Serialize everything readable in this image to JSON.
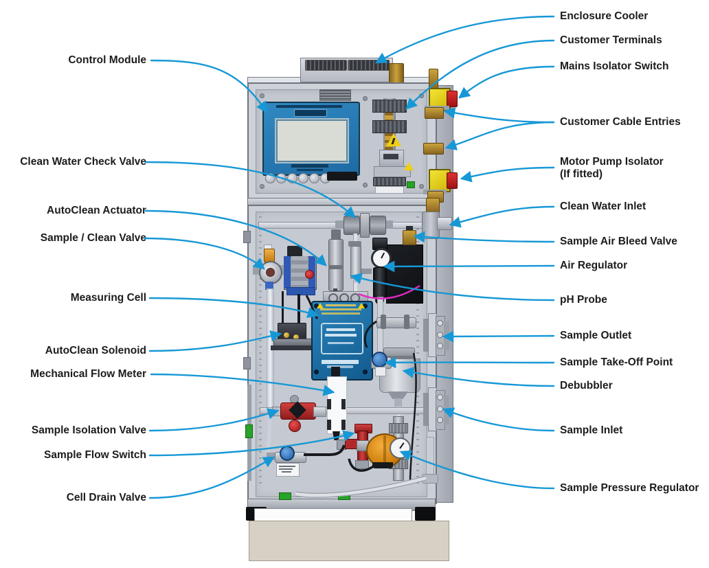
{
  "diagram": {
    "title": "Analyzer cabinet labeled component diagram",
    "leader_line_color": "#1798d6",
    "label_text_color": "#1c1c1c"
  },
  "labels_left": [
    {
      "text": "Control Module"
    },
    {
      "text": "Clean Water Check Valve"
    },
    {
      "text": "AutoClean Actuator"
    },
    {
      "text": "Sample / Clean Valve"
    },
    {
      "text": "Measuring Cell"
    },
    {
      "text": "AutoClean Solenoid"
    },
    {
      "text": "Mechanical Flow Meter"
    },
    {
      "text": "Sample Isolation Valve"
    },
    {
      "text": "Sample Flow Switch"
    },
    {
      "text": "Cell Drain Valve"
    }
  ],
  "labels_right": [
    {
      "text": "Enclosure Cooler"
    },
    {
      "text": "Customer Terminals"
    },
    {
      "text": "Mains Isolator Switch"
    },
    {
      "text": "Customer Cable Entries"
    },
    {
      "text": "Motor Pump Isolator",
      "text2": "(If fitted)"
    },
    {
      "text": "Clean Water Inlet"
    },
    {
      "text": "Sample Air Bleed Valve"
    },
    {
      "text": "Air Regulator"
    },
    {
      "text": "pH Probe"
    },
    {
      "text": "Sample Outlet"
    },
    {
      "text": "Sample Take-Off Point"
    },
    {
      "text": "Debubbler"
    },
    {
      "text": "Sample Inlet"
    },
    {
      "text": "Sample Pressure Regulator"
    }
  ]
}
